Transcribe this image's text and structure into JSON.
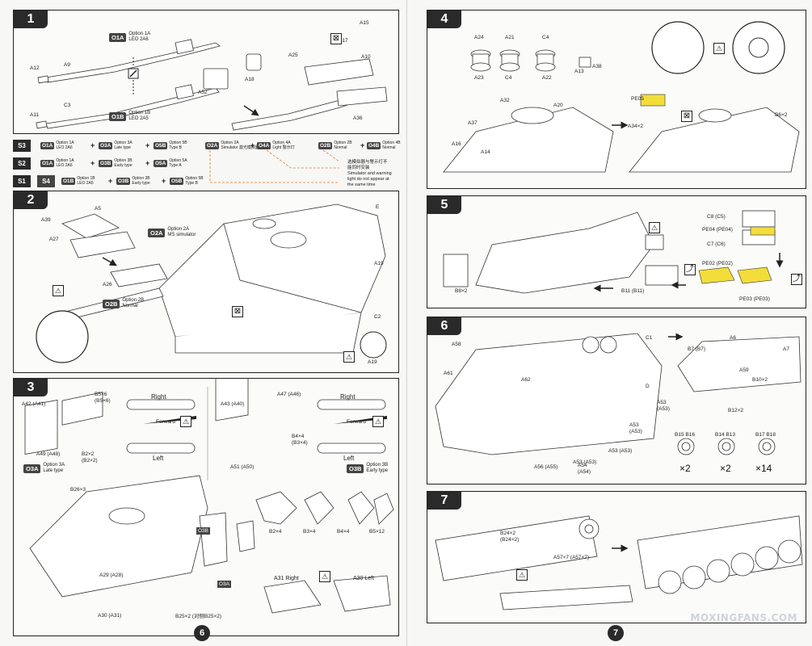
{
  "pages": {
    "left_number": "6",
    "right_number": "7"
  },
  "watermark": "MOXINGFANS.COM",
  "step1": {
    "number": "1",
    "option_1a": {
      "code": "O1A",
      "text": "Option 1A\nLEO 2A6"
    },
    "option_1b": {
      "code": "O1B",
      "text": "Option 1B\nLEO 2A5"
    },
    "parts": [
      "A9",
      "A12",
      "C3",
      "A11",
      "A52",
      "A18",
      "A15",
      "A17",
      "A25",
      "A10",
      "A36"
    ]
  },
  "sequence": {
    "rows": [
      {
        "s": "S3",
        "items": [
          {
            "code": "O1A",
            "text": "Option 1A\nLEO 2A6"
          },
          {
            "code": "O3A",
            "text": "Option 3A\nLate type"
          },
          {
            "code": "O5B",
            "text": "Option 5B\nType B"
          },
          {
            "code": "O2A",
            "text": "Option 2A\nSimulator 激光模拟器"
          },
          {
            "code": "O4A",
            "text": "Option 4A\nLight 警示灯"
          },
          {
            "code": "O2B",
            "text": "Option 2B\nNormal"
          },
          {
            "code": "O4B",
            "text": "Option 4B\nNormal"
          }
        ]
      },
      {
        "s": "S2",
        "items": [
          {
            "code": "O1A",
            "text": "Option 1A\nLEO 2A6"
          },
          {
            "code": "O3B",
            "text": "Option 3B\nEarly type"
          },
          {
            "code": "O5A",
            "text": "Option 5A\nType A"
          }
        ]
      },
      {
        "s": "S1",
        "s2": "S4",
        "items": [
          {
            "code": "O1B",
            "text": "Option 1B\nLEO 2A5"
          },
          {
            "code": "O3B",
            "text": "Option 3B\nEarly type"
          },
          {
            "code": "O5B",
            "text": "Option 5B\nType B"
          }
        ]
      }
    ],
    "note": "选模拟器与警示灯不\n能同时安装\nSimulator and warning\nlight do not appear at\nthe same time"
  },
  "step2": {
    "number": "2",
    "option_2a": {
      "code": "O2A",
      "text": "Option 2A\nMS simulator"
    },
    "option_2b": {
      "code": "O2B",
      "text": "Option 2B\nNormal"
    },
    "parts": [
      "A5",
      "A39",
      "A27",
      "A26",
      "A19",
      "C2",
      "A19",
      "E"
    ]
  },
  "step3": {
    "number": "3",
    "option_3a": {
      "code": "O3A",
      "text": "Option 3A\nLate type"
    },
    "option_3b": {
      "code": "O3B",
      "text": "Option 3B\nEarly type"
    },
    "labels_left": [
      "A42 (A41)",
      "B5×6",
      "(B5×6)",
      "A49 (A48)",
      "B2×2",
      "(B2×2)"
    ],
    "labels_right": [
      "A43 (A40)",
      "A47 (A46)",
      "B4×4",
      "(B3×4)",
      "A51 (A50)"
    ],
    "right": "Right",
    "left": "Left",
    "forward": "Forward",
    "hull_parts": [
      "B26×3",
      "O3B",
      "O3A",
      "A29 (A28)",
      "A30 (A31)",
      "B25×2 (对侧B25×2)"
    ],
    "tracks": [
      "B2×4",
      "B3×4",
      "B4×4",
      "B5×12"
    ],
    "a31_right": "A31 Right",
    "a30_left": "A30 Left"
  },
  "step4": {
    "number": "4",
    "parts": [
      "A24",
      "A21",
      "C4",
      "A23",
      "C4",
      "A22",
      "A13",
      "A38",
      "A32",
      "A20",
      "A37",
      "A16",
      "A14",
      "PE05",
      "A34×2",
      "B6×2"
    ]
  },
  "step5": {
    "number": "5",
    "parts": [
      "C8 (C5)",
      "PE04 (PE04)",
      "C7 (C6)",
      "PE02 (PE02)",
      "PE03 (PE03)",
      "B8×2",
      "B11 (B11)"
    ]
  },
  "step6": {
    "number": "6",
    "parts": [
      "A58",
      "A61",
      "A62",
      "C1",
      "D",
      "A53",
      "(A53)",
      "A53",
      "(A53)",
      "A53 (A53)",
      "A53 (A53)",
      "A56 (A55)",
      "A54",
      "(A54)",
      "A6",
      "B7 (B7)",
      "A7",
      "A59",
      "B10×2",
      "B12×2"
    ],
    "wheels": [
      {
        "labels": "B15  B16",
        "count": "×2"
      },
      {
        "labels": "B14  B13",
        "count": "×2"
      },
      {
        "labels": "B17  B18",
        "count": "×14"
      }
    ]
  },
  "step7": {
    "number": "7",
    "parts": [
      "B24×2",
      "(B24×2)",
      "A57×7 (A57×7)"
    ]
  }
}
